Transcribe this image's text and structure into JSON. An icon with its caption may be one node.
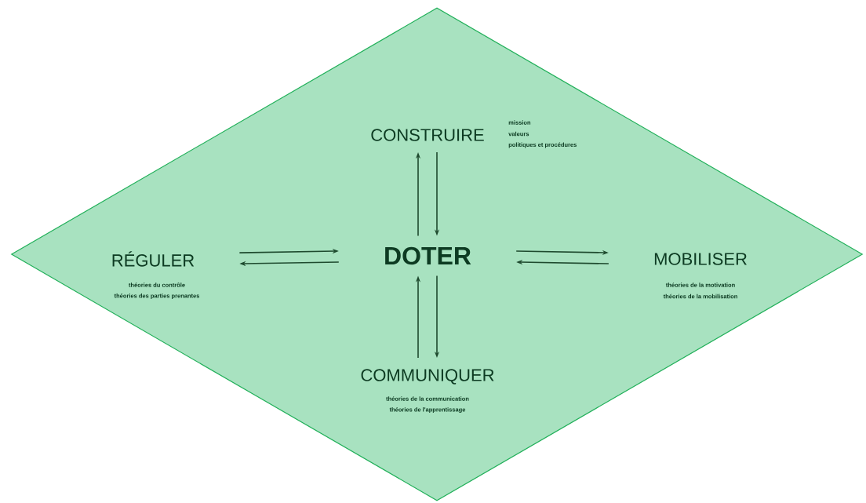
{
  "diagram": {
    "nodes": [
      {
        "text": [],
        "shape": "diamond"
      },
      {
        "text": [
          "CONSTRUIRE"
        ],
        "in": 0,
        "beside": [
          "mission",
          "valeurs",
          "politiques et procédures"
        ]
      },
      {
        "text": [
          "RÉGULER"
        ],
        "in": 0,
        "beside": [
          "théories du contrôle",
          "théories des parties prenantes"
        ]
      },
      {
        "text": [
          "DOTER"
        ],
        "in": 0
      },
      {
        "text": [
          "MOBILISER"
        ],
        "in": 0,
        "beside": [
          "théories de la motivation",
          "théories de la mobilisation"
        ]
      },
      {
        "text": [
          "COMMUNIQUER"
        ],
        "in": 0,
        "beside": [
          "théories de la communication",
          "théories de l'apprentissage"
        ]
      }
    ],
    "edges": [
      {
        "from": 3,
        "to": 1,
        "arrow": "to"
      },
      {
        "from": 1,
        "to": 3,
        "arrow": "to"
      },
      {
        "from": 2,
        "to": 3,
        "arrow": "to"
      },
      {
        "from": 3,
        "to": 2,
        "arrow": "to"
      },
      {
        "from": 3,
        "to": 4,
        "arrow": "to"
      },
      {
        "from": 4,
        "to": 3,
        "arrow": "to"
      },
      {
        "from": 3,
        "to": 5,
        "arrow": "to"
      },
      {
        "from": 5,
        "to": 3,
        "arrow": "to"
      }
    ]
  }
}
